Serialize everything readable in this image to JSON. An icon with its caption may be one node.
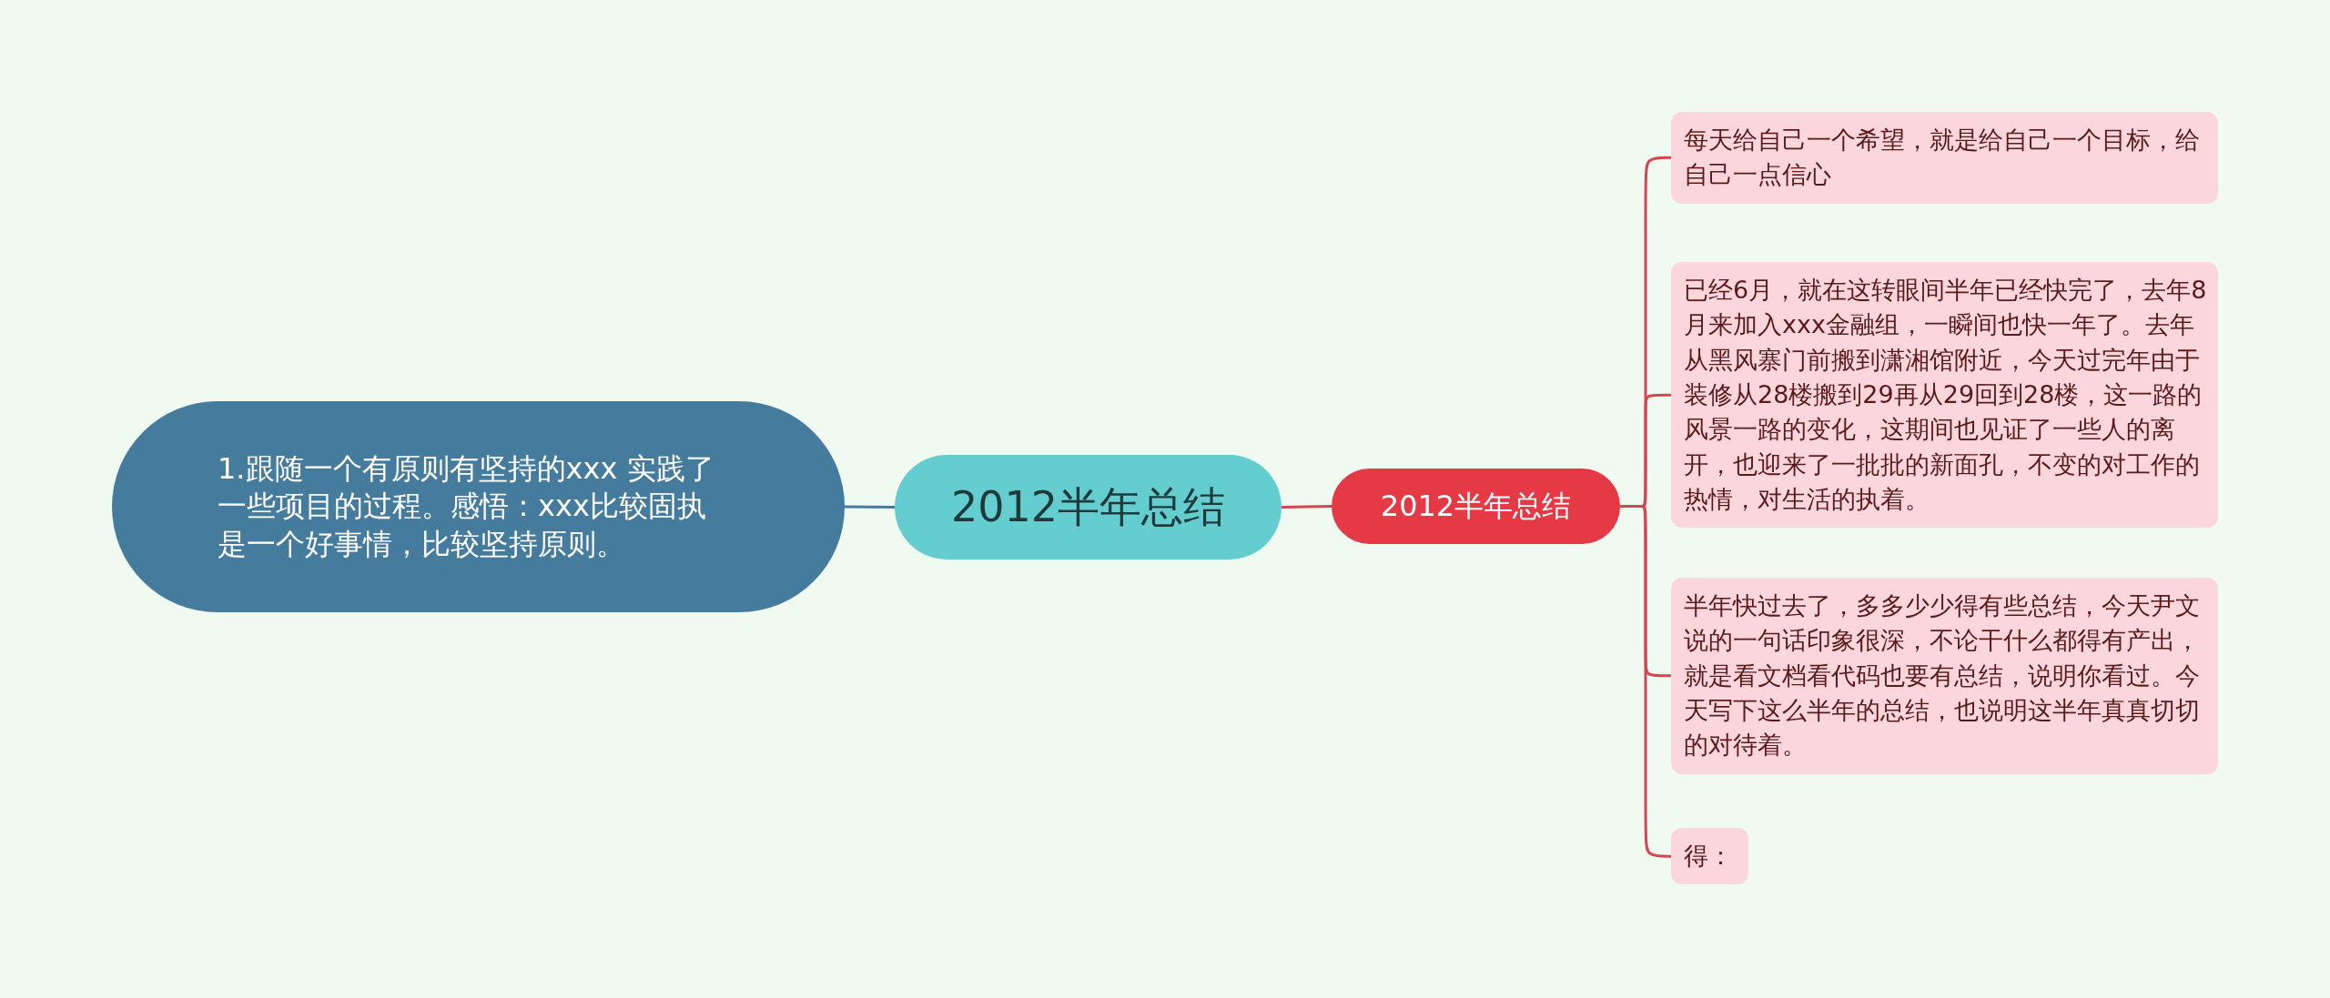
{
  "diagram": {
    "nodes": [
      {
        "text": [
          "1.跟随一个有原则有坚持的xxx 实践了一些项目的过程。感悟：xxx比较固执是一个好事情，比较坚持原则。"
        ]
      },
      {
        "text": [
          "2012半年总结"
        ]
      },
      {
        "text": [
          "2012半年总结"
        ]
      },
      {
        "text": [
          "每天给自己一个希望，就是给自己一个目标，给自己一点信心"
        ]
      },
      {
        "text": [
          "已经6月，就在这转眼间半年已经快完了，去年8月来加入xxx金融组，一瞬间也快一年了。去年从黑风寨门前搬到潇湘馆附近，今天过完年由于装修从28楼搬到29再从29回到28楼，这一路的风景一路的变化，这期间也见证了一些人的离开，也迎来了一批批的新面孔，不变的对工作的热情，对生活的执着。"
        ]
      },
      {
        "text": [
          "半年快过去了，多多少少得有些总结，今天尹文说的一句话印象很深，不论干什么都得有产出，就是看文档看代码也要有总结，说明你看过。今天写下这么半年的总结，也说明这半年真真切切的对待着。"
        ]
      },
      {
        "text": [
          "得："
        ]
      }
    ],
    "edges": [
      {
        "from": 1,
        "to": 0,
        "arrow": "none",
        "color": "#457b9d"
      },
      {
        "from": 1,
        "to": 2,
        "arrow": "none"
      },
      {
        "from": 2,
        "to": 3,
        "arrow": "none"
      },
      {
        "from": 2,
        "to": 4,
        "arrow": "none"
      },
      {
        "from": 2,
        "to": 5,
        "arrow": "none"
      },
      {
        "from": 2,
        "to": 6,
        "arrow": "none"
      }
    ]
  }
}
